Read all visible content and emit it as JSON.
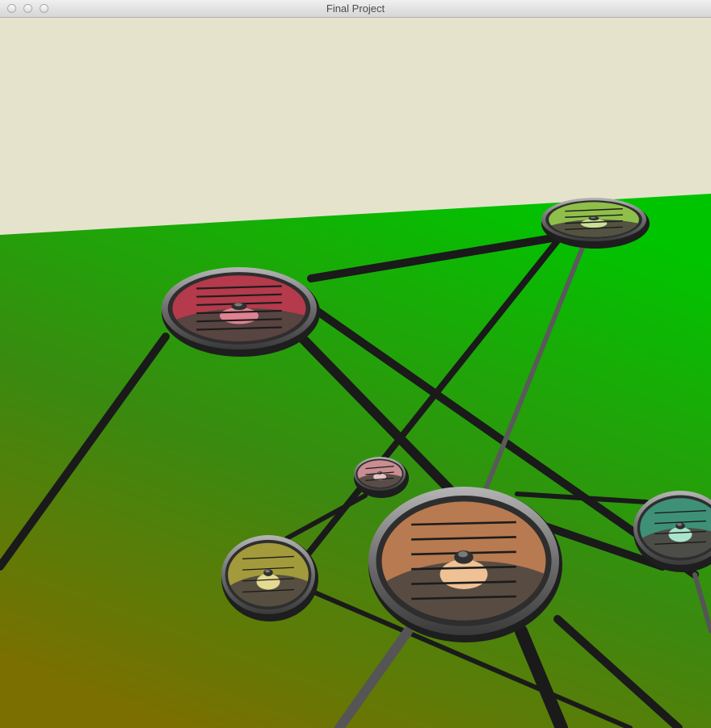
{
  "window": {
    "title": "Final Project",
    "buttons": [
      "close-button",
      "minimize-button",
      "zoom-button"
    ]
  },
  "scene": {
    "background_color": "#e5e3cc",
    "ground_color_far": "#00c400",
    "ground_color_near": "#7a6f00",
    "edge_color": "#1a1a1a",
    "nodes": [
      {
        "name": "red-node",
        "color": "#b43a4c",
        "highlight": "#f08a9a"
      },
      {
        "name": "lime-node",
        "color": "#8fbf4a",
        "highlight": "#d8f0a0"
      },
      {
        "name": "pink-node",
        "color": "#c98d92",
        "highlight": "#f3d0d3"
      },
      {
        "name": "orange-node",
        "color": "#b87a50",
        "highlight": "#ffcf9e"
      },
      {
        "name": "olive-node",
        "color": "#a39a3c",
        "highlight": "#f4ea9a"
      },
      {
        "name": "teal-node",
        "color": "#3e9177",
        "highlight": "#b5f5dc"
      }
    ]
  }
}
